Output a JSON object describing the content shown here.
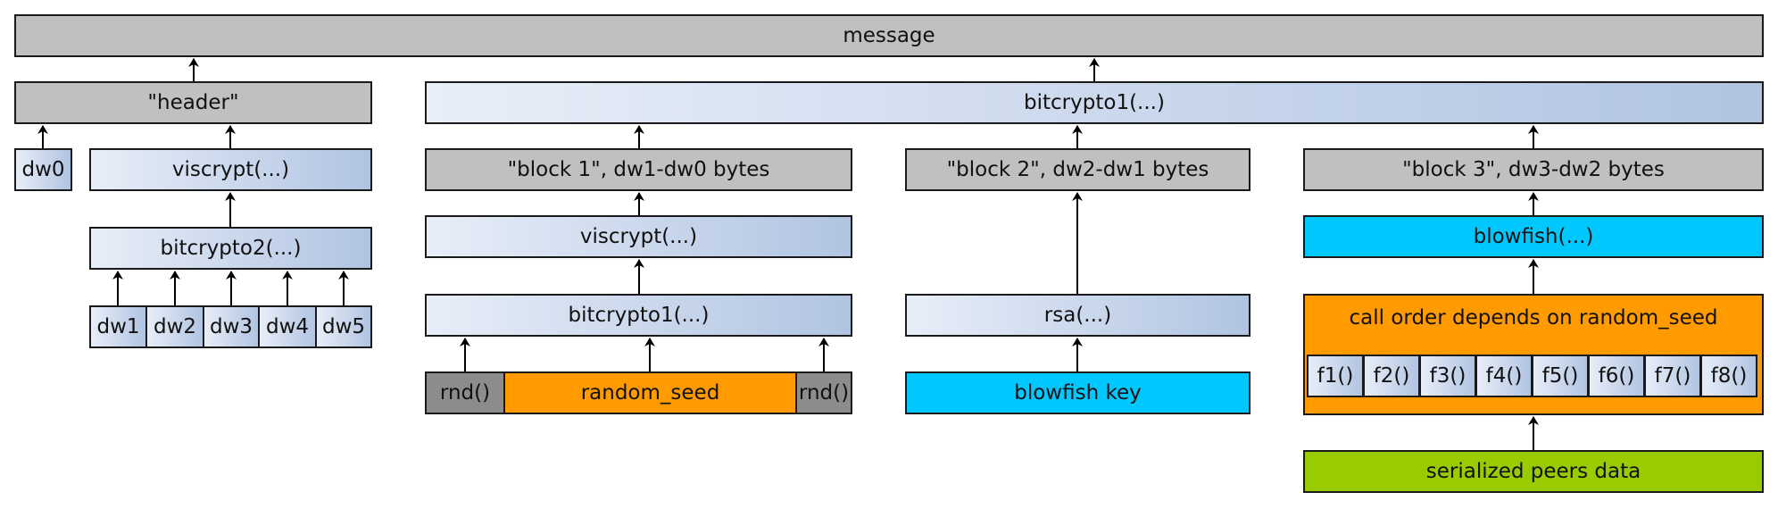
{
  "message": "message",
  "header": {
    "title": "\"header\"",
    "dw0": "dw0",
    "viscrypt": "viscrypt(...)",
    "bitcrypto2": "bitcrypto2(...)",
    "dws": [
      "dw1",
      "dw2",
      "dw3",
      "dw4",
      "dw5"
    ]
  },
  "bitcrypto1_top": "bitcrypto1(...)",
  "block1": {
    "title": "\"block 1\", dw1-dw0 bytes",
    "viscrypt": "viscrypt(...)",
    "bitcrypto1": "bitcrypto1(...)",
    "rnd_left": "rnd()",
    "random_seed": "random_seed",
    "rnd_right": "rnd()"
  },
  "block2": {
    "title": "\"block 2\", dw2-dw1 bytes",
    "rsa": "rsa(...)",
    "blowfish_key": "blowfish key"
  },
  "block3": {
    "title": "\"block 3\", dw3-dw2 bytes",
    "blowfish": "blowfish(...)",
    "call_order": "call order depends on random_seed",
    "funcs": [
      "f1()",
      "f2()",
      "f3()",
      "f4()",
      "f5()",
      "f6()",
      "f7()",
      "f8()"
    ],
    "peers": "serialized peers data"
  },
  "colors": {
    "gray": "#c0c0c0",
    "dark_gray": "#8c8c8c",
    "gradient_start": "#e8eef8",
    "gradient_end": "#b0c4e2",
    "cyan": "#00c8ff",
    "orange": "#ff9a00",
    "green": "#99cc00"
  }
}
